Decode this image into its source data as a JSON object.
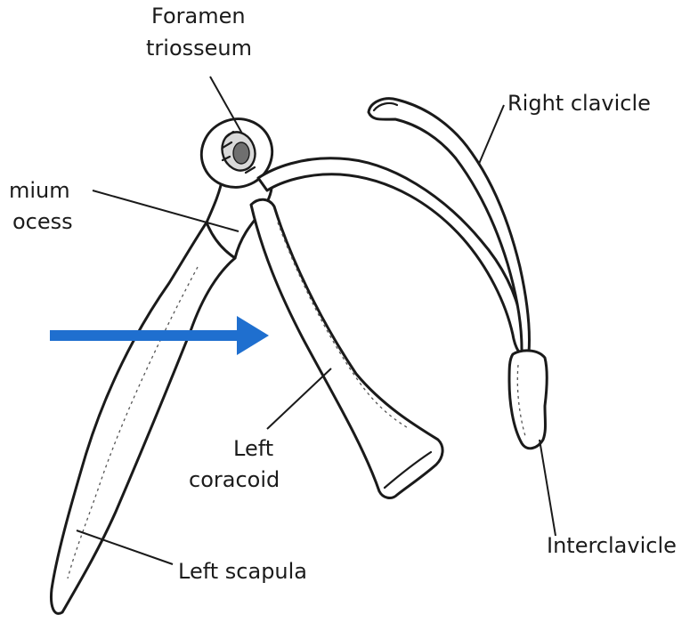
{
  "labels": {
    "foramen_line1": "Foramen",
    "foramen_line2": "triosseum",
    "right_clavicle": "Right clavicle",
    "acromium_line1": "mium",
    "acromium_line2": "ocess",
    "left_coracoid_line1": "Left",
    "left_coracoid_line2": "coracoid",
    "interclavicle": "Interclavicle",
    "left_scapula": "Left scapula"
  },
  "arrow": {
    "color": "#1f6fcf"
  }
}
